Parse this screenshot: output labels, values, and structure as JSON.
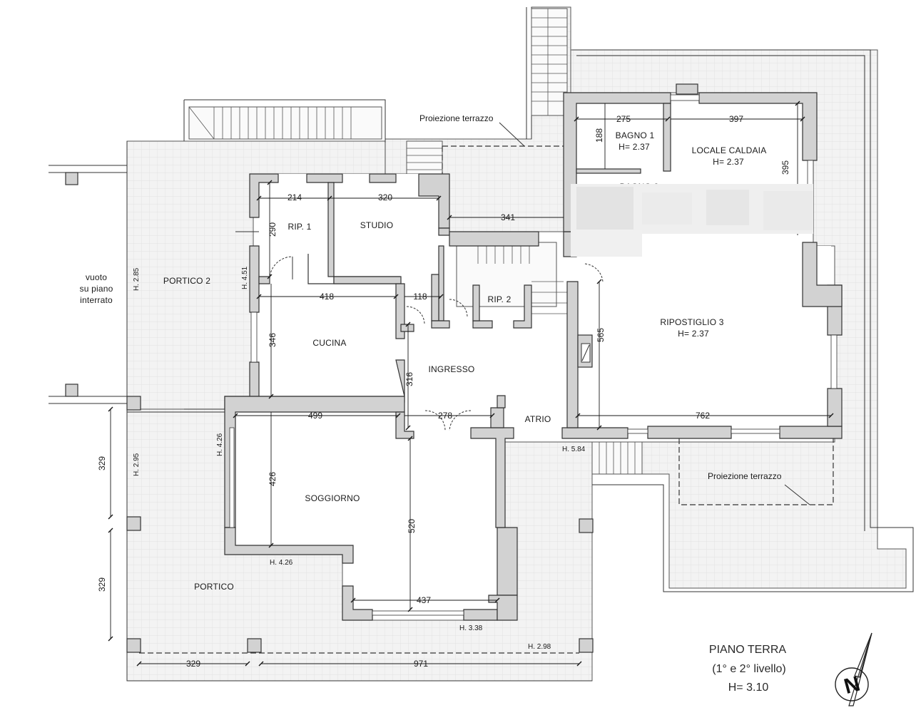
{
  "colors": {
    "wall_fill": "#d2d2d2",
    "line": "#333333",
    "paving": "#ececec",
    "background": "#ffffff"
  },
  "rooms": [
    {
      "id": "portico2",
      "label": "PORTICO 2"
    },
    {
      "id": "rip1",
      "label": "RIP. 1"
    },
    {
      "id": "studio",
      "label": "STUDIO"
    },
    {
      "id": "cucina",
      "label": "CUCINA"
    },
    {
      "id": "rip2",
      "label": "RIP. 2"
    },
    {
      "id": "ingresso",
      "label": "INGRESSO"
    },
    {
      "id": "atrio",
      "label": "ATRIO"
    },
    {
      "id": "soggiorno",
      "label": "SOGGIORNO"
    },
    {
      "id": "portico",
      "label": "PORTICO"
    },
    {
      "id": "bagno1",
      "label": "BAGNO 1",
      "height": "H= 2.37"
    },
    {
      "id": "caldaia",
      "label": "LOCALE CALDAIA",
      "height": "H= 2.37"
    },
    {
      "id": "ripostiglio3",
      "label": "RIPOSTIGLIO 3",
      "height": "H= 2.37"
    },
    {
      "id": "bagno2",
      "label": "BAGNO 2"
    }
  ],
  "void_label": [
    "vuoto",
    "su piano",
    "interrato"
  ],
  "dimensions": {
    "d214": "214",
    "d320": "320",
    "d341": "341",
    "d290": "290",
    "d418": "418",
    "d118": "118",
    "d346": "346",
    "d316": "316",
    "d565": "565",
    "d499": "499",
    "d278": "278",
    "d762": "762",
    "d426": "426",
    "d520": "520",
    "d437": "437",
    "d329a": "329",
    "d329b": "329",
    "d329c": "329",
    "d971": "971",
    "d275": "275",
    "d397": "397",
    "d188": "188",
    "d395": "395"
  },
  "heights": {
    "h285": "H. 2.85",
    "h451": "H. 4.51",
    "h426a": "H. 4.26",
    "h426b": "H. 4.26",
    "h295": "H. 2.95",
    "h584": "H. 5.84",
    "h338": "H. 3.38",
    "h298": "H. 2.98"
  },
  "notes": {
    "terrace_projection_1": "Proiezione terrazzo",
    "terrace_projection_2": "Proiezione terrazzo"
  },
  "title_block": {
    "line1": "PIANO TERRA",
    "line2": "(1° e 2° livello)",
    "line3": "H= 3.10"
  },
  "north_symbol": "N",
  "icons": [
    "north-arrow-icon"
  ]
}
